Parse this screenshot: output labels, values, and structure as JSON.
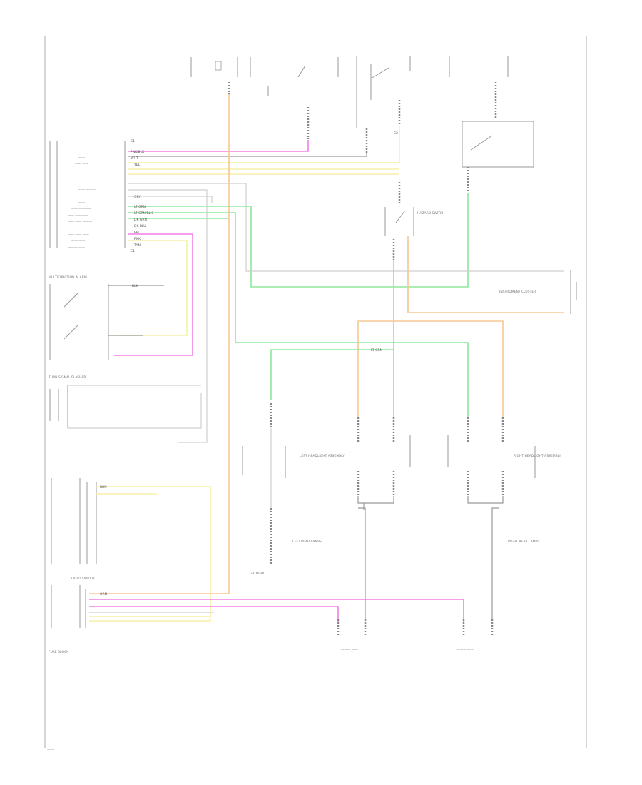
{
  "connectors": {
    "c1": "C1",
    "c2": "C2"
  },
  "wires": {
    "pnk_blk": "PNK/BLK",
    "wht": "WHT",
    "yel": "YEL",
    "pnk": "PNK",
    "tan": "TAN",
    "lt_grn": "LT GRN",
    "blk": "BLK",
    "lt_grn_blk": "LT GRN/BLK",
    "dk_grn": "DK GRN",
    "dk_blu": "DK BLU",
    "ppl": "PPL",
    "brn": "BRN",
    "orn": "ORN",
    "gry": "GRY"
  },
  "components": {
    "multifunction": "MULTIFUNCTION ALARM",
    "light_switch": "LIGHT SWITCH",
    "fuse_block": "FUSE BLOCK",
    "turn_signal": "TURN SIGNAL FLASHER",
    "hazard_switch": "HAZARD SWITCH",
    "left_headlight": "LEFT HEADLIGHT ASSEMBLY",
    "right_headlight": "RIGHT HEADLIGHT ASSEMBLY",
    "left_rear": "LEFT REAR LAMPS",
    "right_rear": "RIGHT REAR LAMPS",
    "ground": "GROUND",
    "instrument": "INSTRUMENT CLUSTER"
  }
}
